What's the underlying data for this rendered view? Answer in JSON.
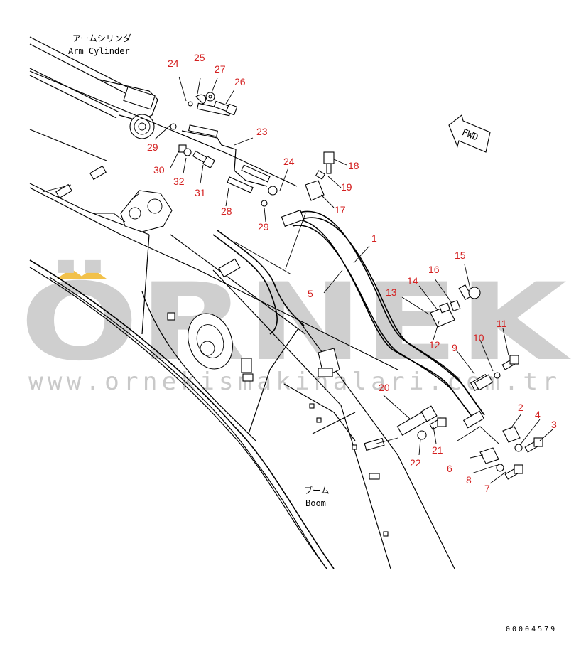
{
  "labels": {
    "arm_cylinder_jp": "アームシリンダ",
    "arm_cylinder_en": "Arm Cylinder",
    "boom_jp": "ブーム",
    "boom_en": "Boom",
    "fwd": "FWD",
    "drawing_code": "00004579"
  },
  "watermark": {
    "brand": "ÖRNEK",
    "url": "www.ornekismakinalari.com.tr"
  },
  "callouts": [
    "1",
    "2",
    "3",
    "4",
    "5",
    "6",
    "7",
    "8",
    "9",
    "10",
    "11",
    "12",
    "13",
    "14",
    "15",
    "16",
    "17",
    "18",
    "19",
    "20",
    "21",
    "22",
    "23",
    "24",
    "25",
    "26",
    "27",
    "28",
    "29",
    "30",
    "31",
    "32"
  ],
  "colors": {
    "callout": "#d42020",
    "lines": "#000000",
    "watermark": "#cfcfcf",
    "watermark_accent": "#f2c14a"
  }
}
